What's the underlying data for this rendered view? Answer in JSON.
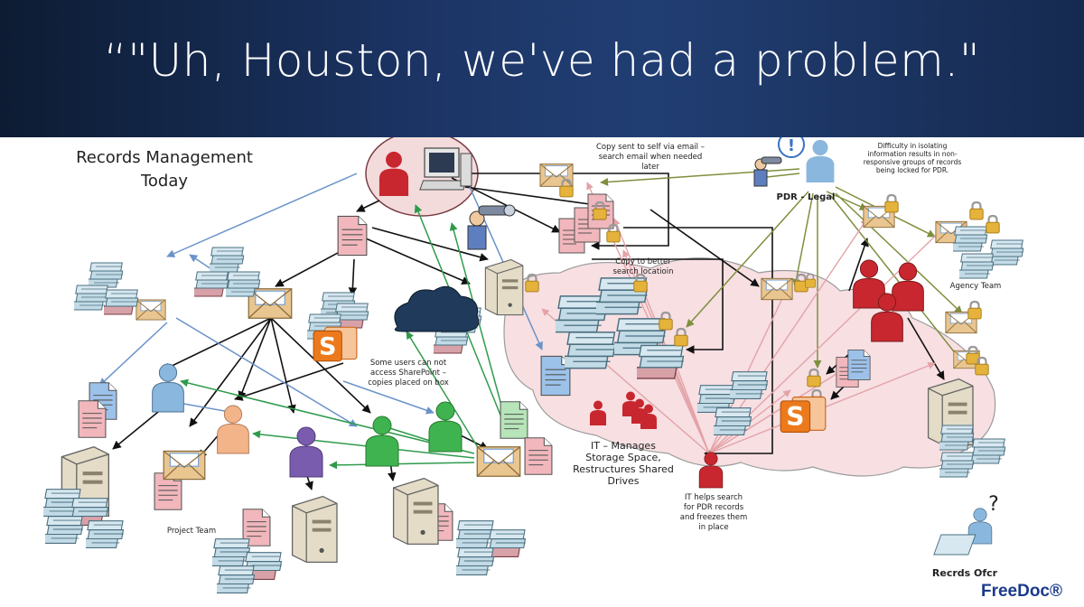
{
  "slide": {
    "title": "“\"Uh, Houston, we've had a problem.\"",
    "footer_logo": "FreeDoc®"
  },
  "diagram": {
    "heading_line1": "Records Management",
    "heading_line2": "Today",
    "labels": {
      "email_self": [
        "Copy sent to self via email –",
        "search email when needed",
        "later"
      ],
      "pdr_legal": "PDR - Legal",
      "difficulty": [
        "Difficulty in isolating",
        "information results in non-",
        "responsive groups of records",
        "being locked for PDR."
      ],
      "copy_better": [
        "Copy to better",
        "search locatioin"
      ],
      "agency_team": "Agency Team",
      "sharepoint_note": [
        "Some users can not",
        "access SharePoint –",
        "copies placed on box"
      ],
      "it_manages": [
        "IT – Manages",
        "Storage Space,",
        "Restructures Shared",
        "Drives"
      ],
      "it_helps": [
        "IT helps search",
        "for PDR records",
        "and freezes them",
        "in place"
      ],
      "project_team": "Project Team",
      "recrds_ofcr": "Recrds Ofcr",
      "question_mark": "?"
    }
  },
  "colors": {
    "header_dark": "#0d1c33",
    "header_mid": "#213e73",
    "cloud_fill": "#f7dfe2",
    "arrow_black": "#111111",
    "arrow_blue": "#6a93c9",
    "arrow_green": "#2e9b4c",
    "arrow_olive": "#7e8f3d",
    "arrow_pink": "#e3a3a8",
    "person_red": "#c8272f",
    "person_blue": "#8ab7dd",
    "person_green": "#3fb34f",
    "person_purple": "#7a5cae",
    "person_peach": "#f3b48a",
    "doc_pink": "#f1b7bc",
    "doc_blue": "#9cc2ea",
    "doc_green": "#b7e4b9",
    "server_beige": "#e4dcc7",
    "envelope_tan": "#e9c590",
    "lock_gold": "#e5b23b",
    "sharepoint_orange": "#ec7a1c",
    "logo_blue": "#1b3a8c"
  },
  "icons": [
    "person-icon",
    "document-icon",
    "server-icon",
    "envelope-icon",
    "lock-icon",
    "cloud-icon",
    "sharepoint-icon",
    "computer-icon",
    "binoculars-icon",
    "file-stack-icon",
    "question-icon"
  ]
}
